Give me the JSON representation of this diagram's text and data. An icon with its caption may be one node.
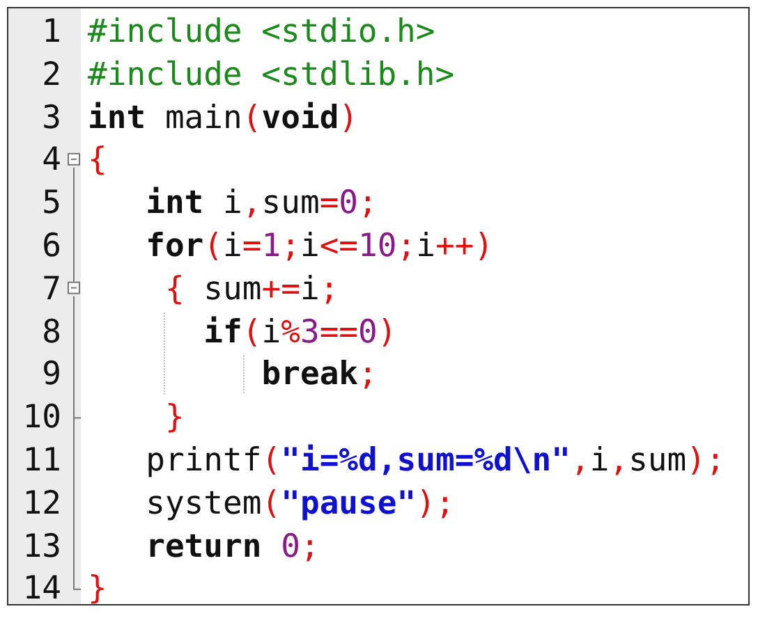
{
  "diagram": {
    "labels": [
      "1",
      "#include <stdio.h>",
      "2",
      "#include <stdlib.h>",
      "3",
      "**int** main(**void**)",
      "4",
      "{",
      "5",
      "   **int** i,sum=0;",
      "6",
      "   **for**(i=1;i<=10;i++)",
      "7",
      "    { sum+=i;",
      "8",
      "      **if**(i%3==0)",
      "9",
      "         **break**;",
      "10",
      "    }",
      "11",
      "   printf(**\"i=%d,sum=%d\\n\"**,i,sum);",
      "12",
      "   system(**\"pause\"**);",
      "13",
      "   **return** 0;",
      "14",
      "}"
    ]
  }
}
